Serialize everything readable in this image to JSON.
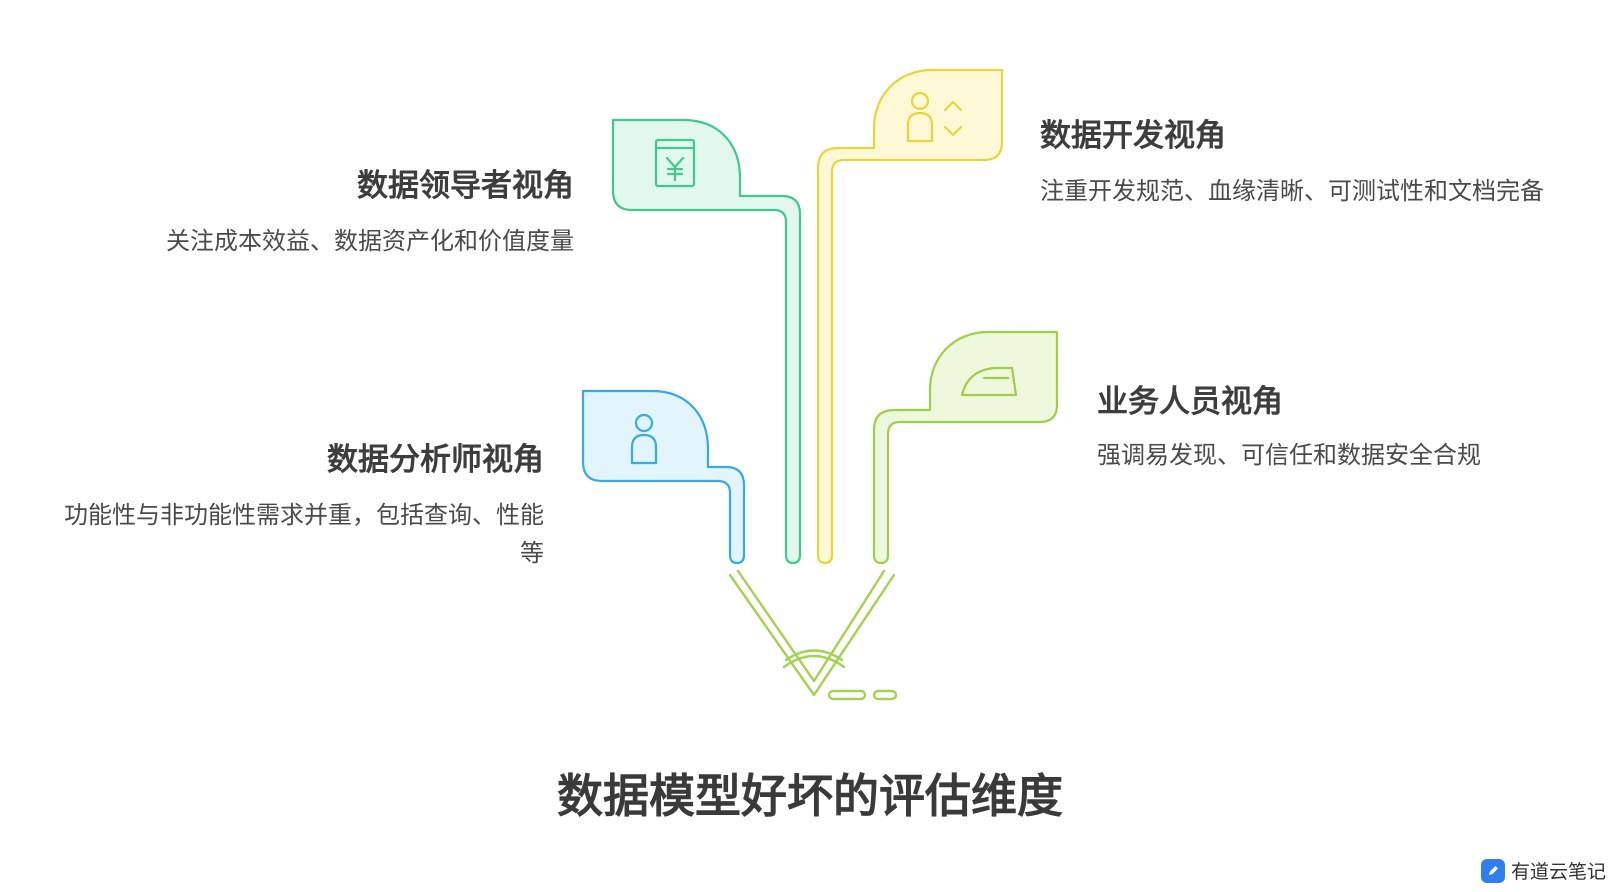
{
  "title": "数据模型好坏的评估维度",
  "watermark": {
    "label": "有道云笔记",
    "icon": "youdao-note-logo-icon",
    "color": "#2f7ff0"
  },
  "perspectives": [
    {
      "id": "leader",
      "title": "数据领导者视角",
      "description": "关注成本效益、数据资产化和价值度量",
      "icon": "yen-envelope-icon",
      "color": "#3fc98a",
      "fill": "#e3f8ec"
    },
    {
      "id": "developer",
      "title": "数据开发视角",
      "description": "注重开发规范、血缘清晰、可测试性和文档完备",
      "icon": "person-up-down-icon",
      "color": "#ebd33c",
      "fill": "#fdf8d6"
    },
    {
      "id": "business",
      "title": "业务人员视角",
      "description": "强调易发现、可信任和数据安全合规",
      "icon": "iron-icon",
      "color": "#9fcf4a",
      "fill": "#eef8dc"
    },
    {
      "id": "analyst",
      "title": "数据分析师视角",
      "description": "功能性与非功能性需求并重，包括查询、性能等",
      "icon": "person-icon",
      "color": "#3aa8e6",
      "fill": "#e2f4fc"
    }
  ],
  "pen_icon": "pen-nib-icon",
  "pen_color": "#a2d24e"
}
